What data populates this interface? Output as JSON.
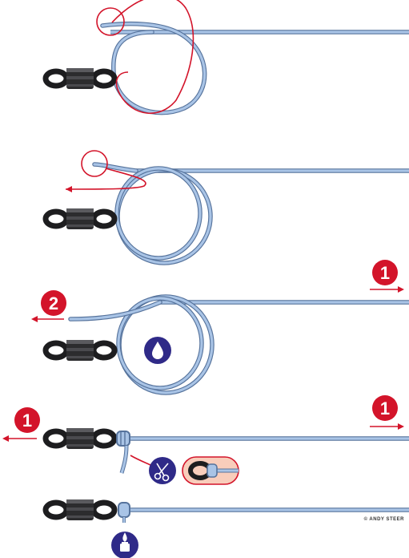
{
  "colors": {
    "line": "#a9c4e6",
    "line_outline": "#56739c",
    "accent_red": "#d3142a",
    "tool_blue": "#2f2a88",
    "swivel_black": "#1d1d1f",
    "swivel_barrel": "#3a3a3c",
    "highlight_pink": "#f8cdbb"
  },
  "steps": [
    {
      "badges": []
    },
    {
      "badges": []
    },
    {
      "badges": [
        "1",
        "2"
      ],
      "tools": [
        "water-drop-icon"
      ]
    },
    {
      "badges": [
        "1",
        "1"
      ],
      "tools": [
        "scissors-icon"
      ]
    },
    {
      "badges": [],
      "tools": [
        "lighter-icon"
      ]
    }
  ],
  "credit": "© ANDY STEER"
}
